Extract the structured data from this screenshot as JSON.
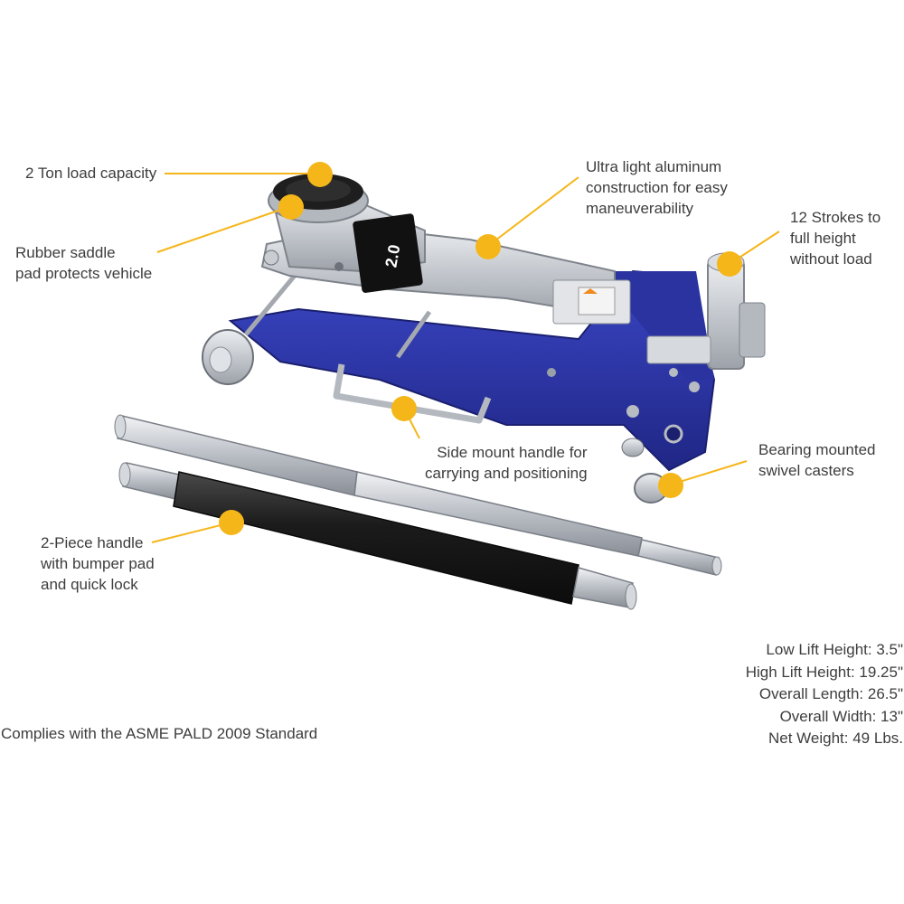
{
  "callouts": {
    "load_capacity": [
      "2 Ton load capacity"
    ],
    "saddle": [
      "Rubber saddle",
      "pad protects vehicle"
    ],
    "aluminum": [
      "Ultra light aluminum",
      "construction for easy",
      "maneuverability"
    ],
    "strokes": [
      "12 Strokes to",
      "full height",
      "without load"
    ],
    "side_handle": [
      "Side mount handle for",
      "carrying and positioning"
    ],
    "casters": [
      "Bearing mounted",
      "swivel casters"
    ],
    "two_piece": [
      "2-Piece handle",
      "with bumper pad",
      "and quick lock"
    ]
  },
  "product_label": "2.0",
  "specs": [
    "Low Lift Height: 3.5\"",
    "High Lift Height: 19.25\"",
    "Overall Length: 26.5\"",
    "Overall Width: 13\"",
    "Net Weight: 49 Lbs."
  ],
  "footer": "Complies with the ASME PALD 2009 Standard",
  "colors": {
    "callout_dot": "#f5b61a",
    "frame_blue": "#2b34a8",
    "aluminum": "#c9ccd1",
    "rubber": "#1c1c1c"
  }
}
